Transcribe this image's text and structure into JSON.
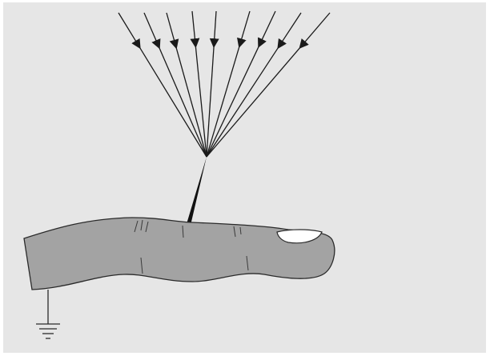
{
  "diagram": {
    "subject": "finger-with-needle-and-converging-field-lines",
    "field_line_count": 9,
    "arrow_direction": "inward-toward-needle-tip",
    "has_ground_symbol": true,
    "has_fingernail": true
  },
  "colors": {
    "background": "#e6e6e6",
    "finger_fill": "#a3a3a3",
    "outline": "#2a2a2a",
    "nail": "#ffffff",
    "field_lines": "#1a1a1a"
  }
}
